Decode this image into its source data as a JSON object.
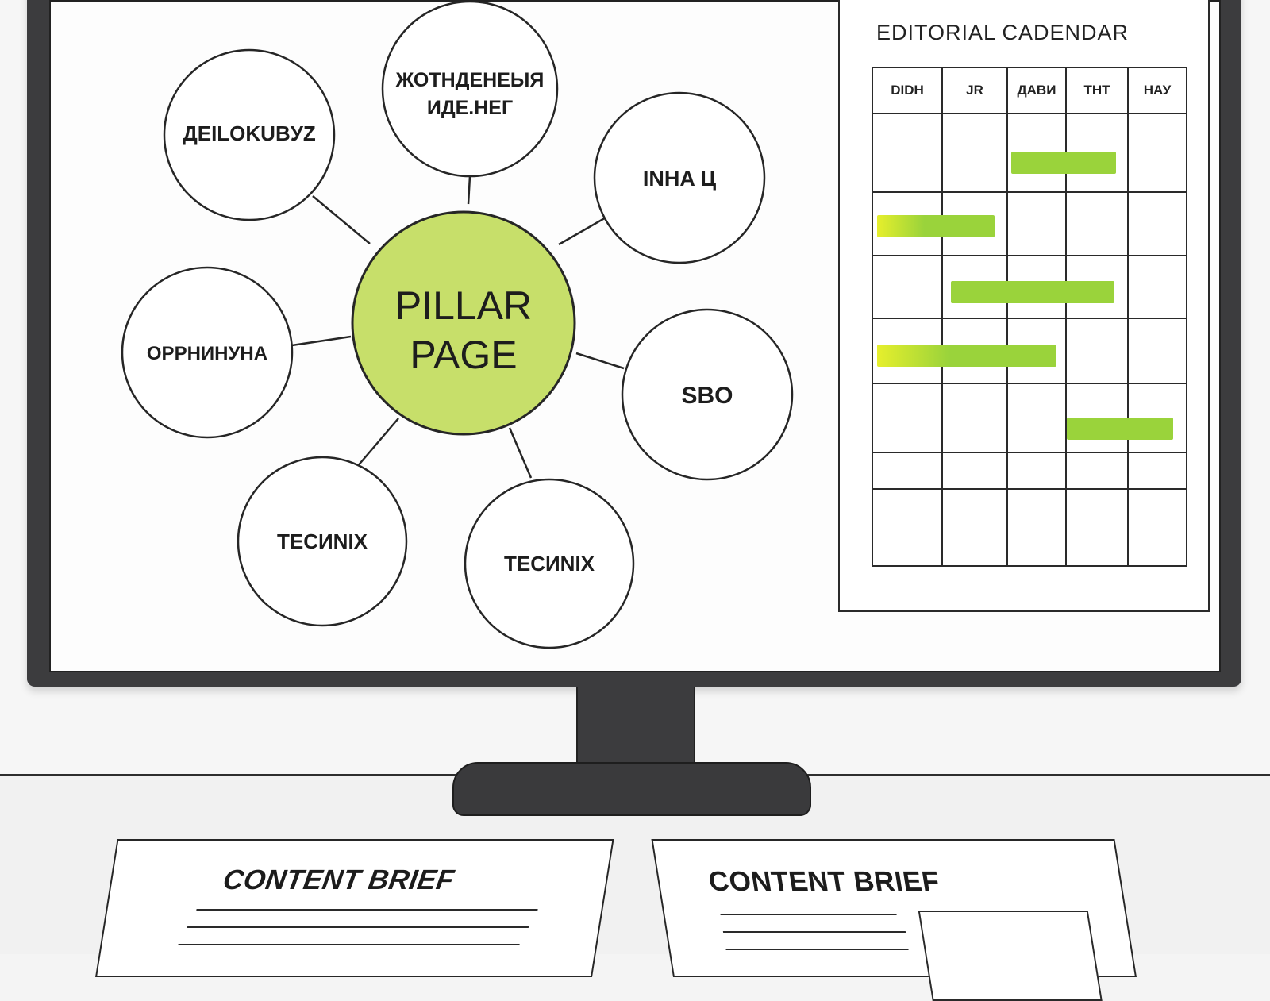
{
  "mindmap": {
    "center": {
      "line1": "PILLAR",
      "line2": "PAGE",
      "color": "#c7df6a"
    },
    "nodes": [
      {
        "label1": "ДEILOKUBУZ",
        "label2": ""
      },
      {
        "label1": "ЖОТНДЕНЕЫЯ",
        "label2": "ИДЕ.НЕГ"
      },
      {
        "label1": "INHA Ц",
        "label2": ""
      },
      {
        "label1": "ОРРНИНУНА",
        "label2": ""
      },
      {
        "label1": "SBO",
        "label2": ""
      },
      {
        "label1": "TECИNIX",
        "label2": ""
      },
      {
        "label1": "TECИNIX",
        "label2": ""
      }
    ]
  },
  "calendar": {
    "title": "EDITORIAL CADENDAR",
    "headers": [
      "DIDH",
      "JR",
      "ДАВИ",
      "ТНТ",
      "НАУ"
    ],
    "bar_color": "#9ad33b"
  },
  "briefs": [
    {
      "title": "CONTENT BRIEF"
    },
    {
      "title": "CONTENT BRIEF"
    }
  ]
}
